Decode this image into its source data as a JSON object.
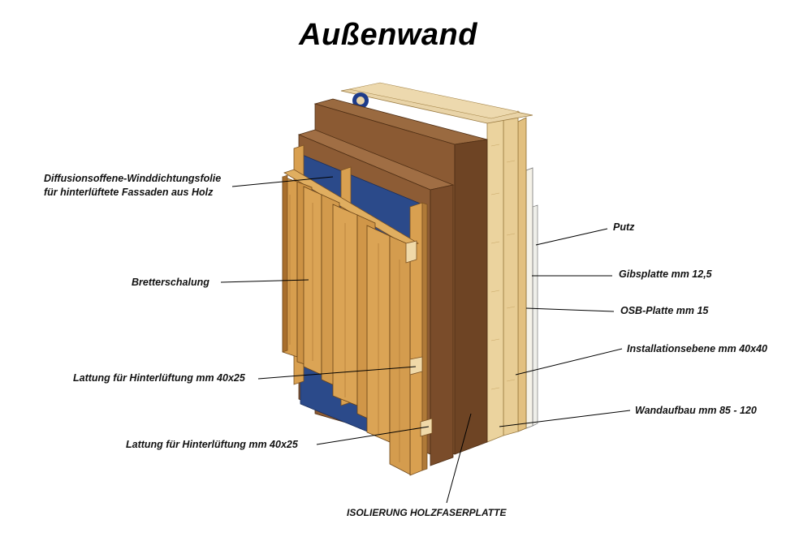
{
  "title": "Außenwand",
  "labels": {
    "folie_line1": "Diffusionsoffene-Winddichtungsfolie",
    "folie_line2": "für hinterlüftete Fassaden aus Holz",
    "bretterschalung": "Bretterschalung",
    "lattung_1": "Lattung für Hinterlüftung mm 40x25",
    "lattung_2": "Lattung für Hinterlüftung mm 40x25",
    "isolierung": "ISOLIERUNG HOLZFASERPLATTE",
    "putz": "Putz",
    "gibsplatte": "Gibsplatte mm 12,5",
    "osb": "OSB-Platte mm 15",
    "installationsebene": "Installationsebene mm 40x40",
    "wandaufbau": "Wandaufbau mm 85 - 120"
  },
  "colors": {
    "timber": "#D9A050",
    "timber_dark": "#A8702A",
    "fiberboard": "#8B5A33",
    "fiberboard_dark": "#5E3A1E",
    "membrane": "#2B4A8A",
    "plaster": "#F2F2EE",
    "leader": "#000000"
  }
}
